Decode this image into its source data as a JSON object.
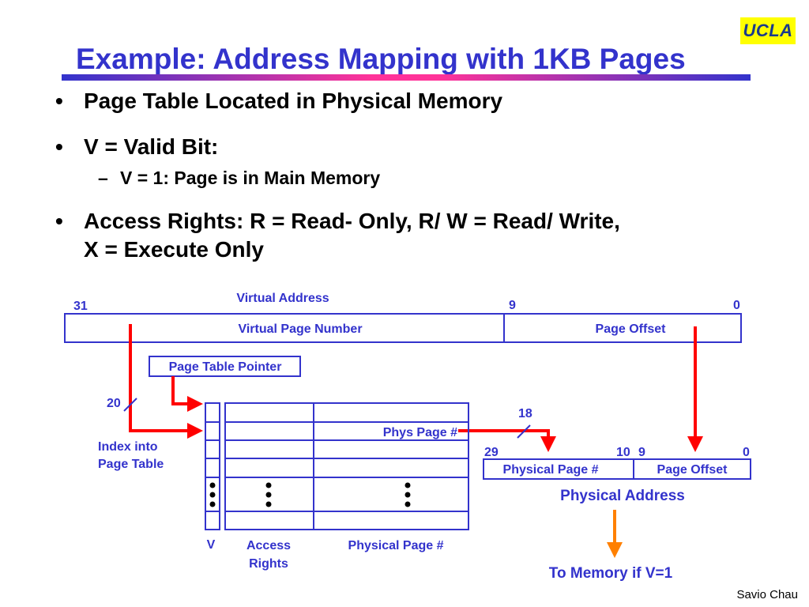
{
  "logo": "UCLA",
  "title": "Example: Address Mapping with 1KB Pages",
  "bullets": [
    {
      "text": "Page Table Located in Physical Memory"
    },
    {
      "text": "V = Valid Bit:",
      "sub": "V = 1: Page is in Main Memory"
    },
    {
      "text_line1": "Access Rights: R = Read- Only, R/ W = Read/ Write,",
      "text_line2": "X = Execute Only"
    }
  ],
  "bullet_glyph": "•",
  "dash_glyph": "–",
  "diagram": {
    "virtual_address_label": "Virtual Address",
    "bit_31": "31",
    "bit_9": "9",
    "bit_0": "0",
    "vpn_label": "Virtual Page Number",
    "page_offset_label": "Page Offset",
    "page_table_pointer": "Page Table Pointer",
    "bits_20": "20",
    "index_line1": "Index into",
    "index_line2": "Page Table",
    "phys_page_hash": "Phys Page #",
    "bits_18": "18",
    "bit_29": "29",
    "bit_10": "10",
    "bit_9b": "9",
    "bit_0b": "0",
    "physical_page_label": "Physical Page #",
    "page_offset_label2": "Page Offset",
    "physical_address": "Physical Address",
    "col_v": "V",
    "col_access_line1": "Access",
    "col_access_line2": "Rights",
    "col_physical_page": "Physical Page #",
    "to_memory": "To Memory if V=1",
    "colors": {
      "box": "#3333cc",
      "arrow_red": "#ff0000",
      "arrow_orange": "#ff8000",
      "label": "#3333cc"
    }
  },
  "footer": "Savio Chau"
}
